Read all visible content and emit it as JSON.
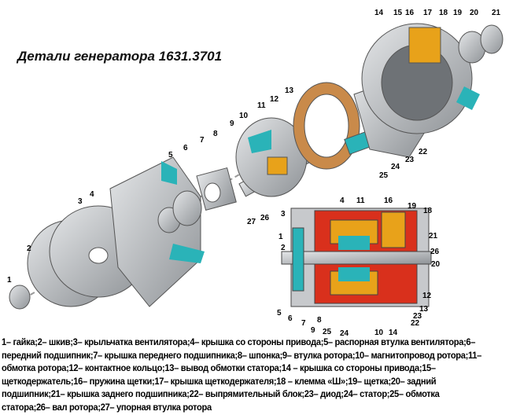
{
  "title": "Детали генератора 1631.3701",
  "callouts": [
    "14",
    "15",
    "16",
    "17",
    "18",
    "19",
    "20",
    "21",
    "13",
    "12",
    "11",
    "10",
    "9",
    "8",
    "7",
    "6",
    "5",
    "4",
    "3",
    "2",
    "1",
    "22",
    "23",
    "24",
    "25",
    "26",
    "27",
    "3",
    "4",
    "11",
    "16",
    "19",
    "18",
    "1",
    "2",
    "21",
    "26",
    "20",
    "12",
    "13",
    "23",
    "22",
    "5",
    "6",
    "7",
    "9",
    "8",
    "25",
    "24",
    "10",
    "14"
  ],
  "caption": "1– гайка;2– шкив;3– крыльчатка вентилятора;4– крышка со стороны привода;5– распорная втулка вентилятора;6– передний подшипник;7– крышка переднего подшипника;8– шпонка;9– втулка ротора;10– магнитопровод ротора;11– обмотка ротора;12– контактное кольцо;13– вывод обмотки статора;14 – крышка со стороны привода;15– щеткодержатель;16– пружина щетки;17– крышка щеткодержателя;18 – клемма «Ш»;19– щетка;20– задний подшипник;21– крышка заднего подшипника;22– выпрямительный блок;23– диод;24– статор;25– обмотка статора;26– вал ротора;27– упорная втулка ротора",
  "colors": {
    "accent_cyan": "#2ab3b8",
    "accent_red": "#d9301c",
    "accent_orange": "#e8a21a",
    "metal": "#b9bcc0"
  }
}
